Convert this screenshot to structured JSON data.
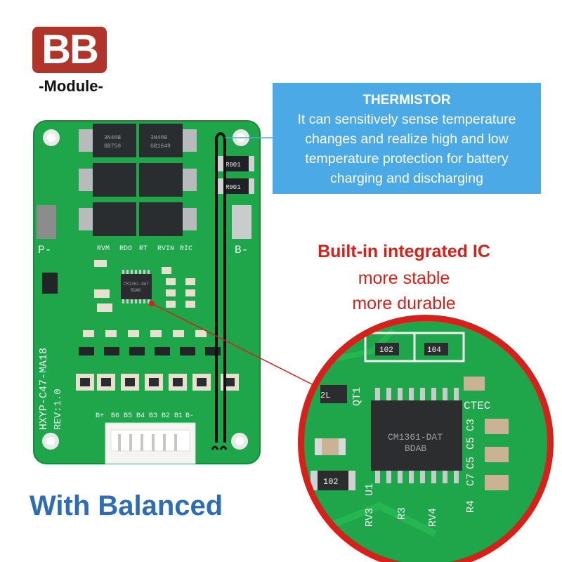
{
  "brand": {
    "logo_text": "BB",
    "logo_subtitle": "-Module-",
    "logo_color": "#b0342a"
  },
  "thermistor_callout": {
    "title": "THERMISTOR",
    "body": "It can sensitively sense temperature changes and realize high and low temperature protection for battery charging and discharging",
    "background": "#4ba9e6"
  },
  "ic_callout": {
    "title": "Built-in integrated IC",
    "line1": "more stable",
    "line2": "more durable",
    "color": "#d8201b"
  },
  "caption": {
    "text": "With Balanced",
    "color": "#2e6db3"
  },
  "board": {
    "color": "#1fa54a",
    "model": "HXYP-C47-MA18",
    "revision": "REV:1.0",
    "terminal_labels": [
      "B+",
      "B6",
      "B5",
      "B4",
      "B3",
      "B2",
      "B1",
      "B-"
    ],
    "pad_labels": {
      "p_minus": "P-",
      "b_minus": "B-"
    },
    "top_labels": [
      "RVM",
      "RDO",
      "RT",
      "RVIN",
      "RIC"
    ],
    "mosfet_markings": [
      "3N40B",
      "GB750",
      "3N40B",
      "GB1649"
    ],
    "resistor_markings": [
      "R001",
      "R001"
    ],
    "ic_marking_line1": "CM1361-DAT",
    "ic_marking_line2": "BDAB"
  },
  "zoom": {
    "ic_marking_line1": "CM1361-DAT",
    "ic_marking_line2": "BDAB",
    "labels": [
      "QT1",
      "CTEC",
      "C5",
      "C3",
      "C7",
      "U1",
      "R3",
      "RV3",
      "RV4",
      "R4",
      "C5",
      "2L"
    ],
    "resistor_values": [
      "102",
      "104",
      "102"
    ]
  }
}
